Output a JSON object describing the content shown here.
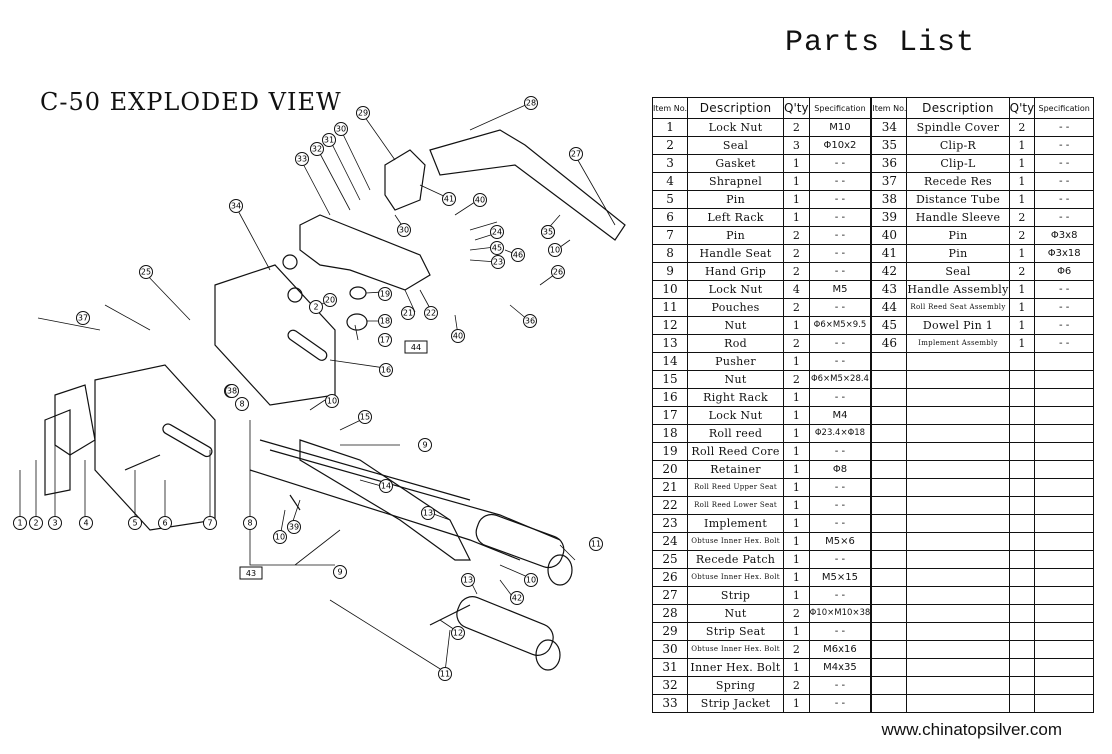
{
  "titles": {
    "exploded_view": "C-50 EXPLODED VIEW",
    "parts_list": "Parts List",
    "website": "www.chinatopsilver.com"
  },
  "table_headers": {
    "item_no": "Item No.",
    "description": "Description",
    "qty": "Q'ty",
    "spec": "Specification"
  },
  "parts_left": [
    {
      "no": "1",
      "desc": "Lock Nut",
      "qty": "2",
      "spec": "M10"
    },
    {
      "no": "2",
      "desc": "Seal",
      "qty": "3",
      "spec": "Φ10x2"
    },
    {
      "no": "3",
      "desc": "Gasket",
      "qty": "1",
      "spec": "- -"
    },
    {
      "no": "4",
      "desc": "Shrapnel",
      "qty": "1",
      "spec": "- -"
    },
    {
      "no": "5",
      "desc": "Pin",
      "qty": "1",
      "spec": "- -"
    },
    {
      "no": "6",
      "desc": "Left Rack",
      "qty": "1",
      "spec": "- -"
    },
    {
      "no": "7",
      "desc": "Pin",
      "qty": "2",
      "spec": "- -"
    },
    {
      "no": "8",
      "desc": "Handle Seat",
      "qty": "2",
      "spec": "- -"
    },
    {
      "no": "9",
      "desc": "Hand Grip",
      "qty": "2",
      "spec": "- -"
    },
    {
      "no": "10",
      "desc": "Lock Nut",
      "qty": "4",
      "spec": "M5"
    },
    {
      "no": "11",
      "desc": "Pouches",
      "qty": "2",
      "spec": "- -"
    },
    {
      "no": "12",
      "desc": "Nut",
      "qty": "1",
      "spec": "Φ6×M5×9.5"
    },
    {
      "no": "13",
      "desc": "Rod",
      "qty": "2",
      "spec": "- -"
    },
    {
      "no": "14",
      "desc": "Pusher",
      "qty": "1",
      "spec": "- -"
    },
    {
      "no": "15",
      "desc": "Nut",
      "qty": "2",
      "spec": "Φ6×M5×28.4"
    },
    {
      "no": "16",
      "desc": "Right Rack",
      "qty": "1",
      "spec": "- -"
    },
    {
      "no": "17",
      "desc": "Lock Nut",
      "qty": "1",
      "spec": "M4"
    },
    {
      "no": "18",
      "desc": "Roll reed",
      "qty": "1",
      "spec": "Φ23.4×Φ18"
    },
    {
      "no": "19",
      "desc": "Roll Reed Core",
      "qty": "1",
      "spec": "- -"
    },
    {
      "no": "20",
      "desc": "Retainer",
      "qty": "1",
      "spec": "Φ8"
    },
    {
      "no": "21",
      "desc": "Roll Reed Upper Seat",
      "qty": "1",
      "spec": "- -"
    },
    {
      "no": "22",
      "desc": "Roll Reed Lower Seat",
      "qty": "1",
      "spec": "- -"
    },
    {
      "no": "23",
      "desc": "Implement",
      "qty": "1",
      "spec": "- -"
    },
    {
      "no": "24",
      "desc": "Obtuse Inner Hex. Bolt",
      "qty": "1",
      "spec": "M5×6"
    },
    {
      "no": "25",
      "desc": "Recede Patch",
      "qty": "1",
      "spec": "- -"
    },
    {
      "no": "26",
      "desc": "Obtuse Inner Hex. Bolt",
      "qty": "1",
      "spec": "M5×15"
    },
    {
      "no": "27",
      "desc": "Strip",
      "qty": "1",
      "spec": "- -"
    },
    {
      "no": "28",
      "desc": "Nut",
      "qty": "2",
      "spec": "Φ10×M10×38"
    },
    {
      "no": "29",
      "desc": "Strip Seat",
      "qty": "1",
      "spec": "- -"
    },
    {
      "no": "30",
      "desc": "Obtuse Inner Hex. Bolt",
      "qty": "2",
      "spec": "M6x16"
    },
    {
      "no": "31",
      "desc": "Inner Hex. Bolt",
      "qty": "1",
      "spec": "M4x35"
    },
    {
      "no": "32",
      "desc": "Spring",
      "qty": "2",
      "spec": "- -"
    },
    {
      "no": "33",
      "desc": "Strip Jacket",
      "qty": "1",
      "spec": "- -"
    }
  ],
  "parts_right": [
    {
      "no": "34",
      "desc": "Spindle Cover",
      "qty": "2",
      "spec": "- -"
    },
    {
      "no": "35",
      "desc": "Clip-R",
      "qty": "1",
      "spec": "- -"
    },
    {
      "no": "36",
      "desc": "Clip-L",
      "qty": "1",
      "spec": "- -"
    },
    {
      "no": "37",
      "desc": "Recede Res",
      "qty": "1",
      "spec": "- -"
    },
    {
      "no": "38",
      "desc": "Distance Tube",
      "qty": "1",
      "spec": "- -"
    },
    {
      "no": "39",
      "desc": "Handle Sleeve",
      "qty": "2",
      "spec": "- -"
    },
    {
      "no": "40",
      "desc": "Pin",
      "qty": "2",
      "spec": "Φ3x8"
    },
    {
      "no": "41",
      "desc": "Pin",
      "qty": "1",
      "spec": "Φ3x18"
    },
    {
      "no": "42",
      "desc": "Seal",
      "qty": "2",
      "spec": "Φ6"
    },
    {
      "no": "43",
      "desc": "Handle Assembly",
      "qty": "1",
      "spec": "- -"
    },
    {
      "no": "44",
      "desc": "Roll Reed Seat Assembly",
      "qty": "1",
      "spec": "- -"
    },
    {
      "no": "45",
      "desc": "Dowel Pin 1",
      "qty": "1",
      "spec": "- -"
    },
    {
      "no": "46",
      "desc": "Implement Assembly",
      "qty": "1",
      "spec": "- -"
    }
  ],
  "callouts": [
    "1",
    "2",
    "3",
    "4",
    "5",
    "6",
    "7",
    "8",
    "9",
    "10",
    "11",
    "12",
    "13",
    "14",
    "15",
    "16",
    "17",
    "18",
    "19",
    "20",
    "21",
    "22",
    "23",
    "24",
    "25",
    "26",
    "27",
    "28",
    "29",
    "30",
    "31",
    "32",
    "33",
    "34",
    "35",
    "36",
    "37",
    "38",
    "39",
    "40",
    "41",
    "42",
    "45",
    "46"
  ],
  "assembly_boxes": [
    "43",
    "44"
  ]
}
